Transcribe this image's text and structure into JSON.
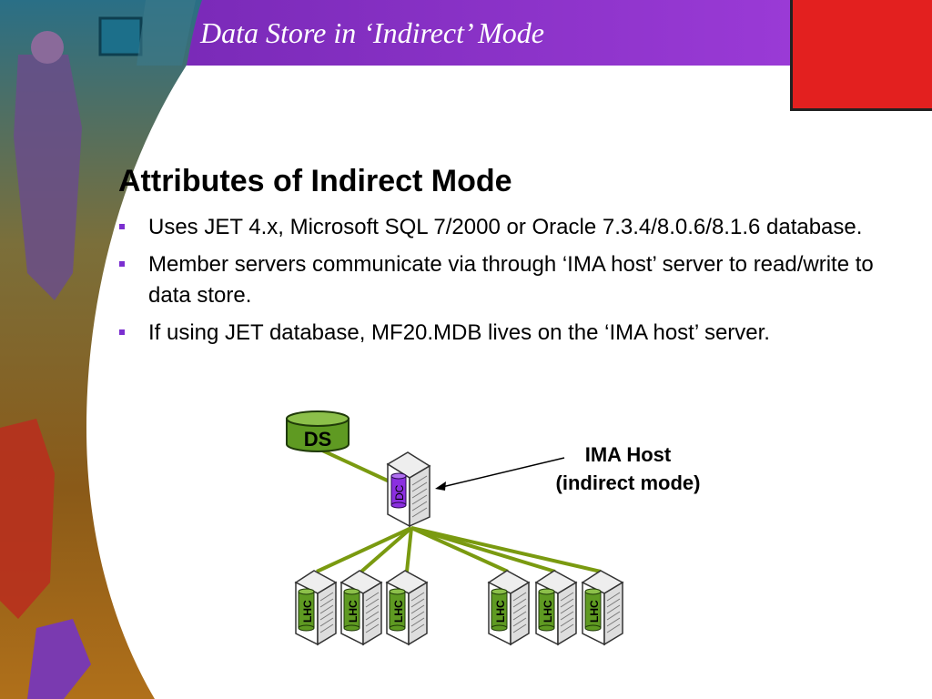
{
  "slide": {
    "title": "Data Store in ‘Indirect’ Mode",
    "heading": "Attributes of Indirect Mode",
    "bullets": [
      "Uses JET 4.x, Microsoft SQL 7/2000 or Oracle 7.3.4/8.0.6/8.1.6 database.",
      "Member servers communicate via through ‘IMA host’ server to read/write to data store.",
      "If using JET database, MF20.MDB lives on the ‘IMA host’ server."
    ]
  },
  "diagram": {
    "data_store_label": "DS",
    "host_cache_label": "DC",
    "host_callout_line1": "IMA Host",
    "host_callout_line2": "(indirect mode)",
    "member_cache_labels": [
      "LHC",
      "LHC",
      "LHC",
      "LHC",
      "LHC",
      "LHC"
    ]
  },
  "colors": {
    "title_bar": "#8a2ec8",
    "accent_red": "#e3201f",
    "bullet": "#7b2fd0",
    "link_line": "#7a9a10",
    "cache_green": "#5f9a22",
    "cache_purple": "#8b2fe0"
  }
}
